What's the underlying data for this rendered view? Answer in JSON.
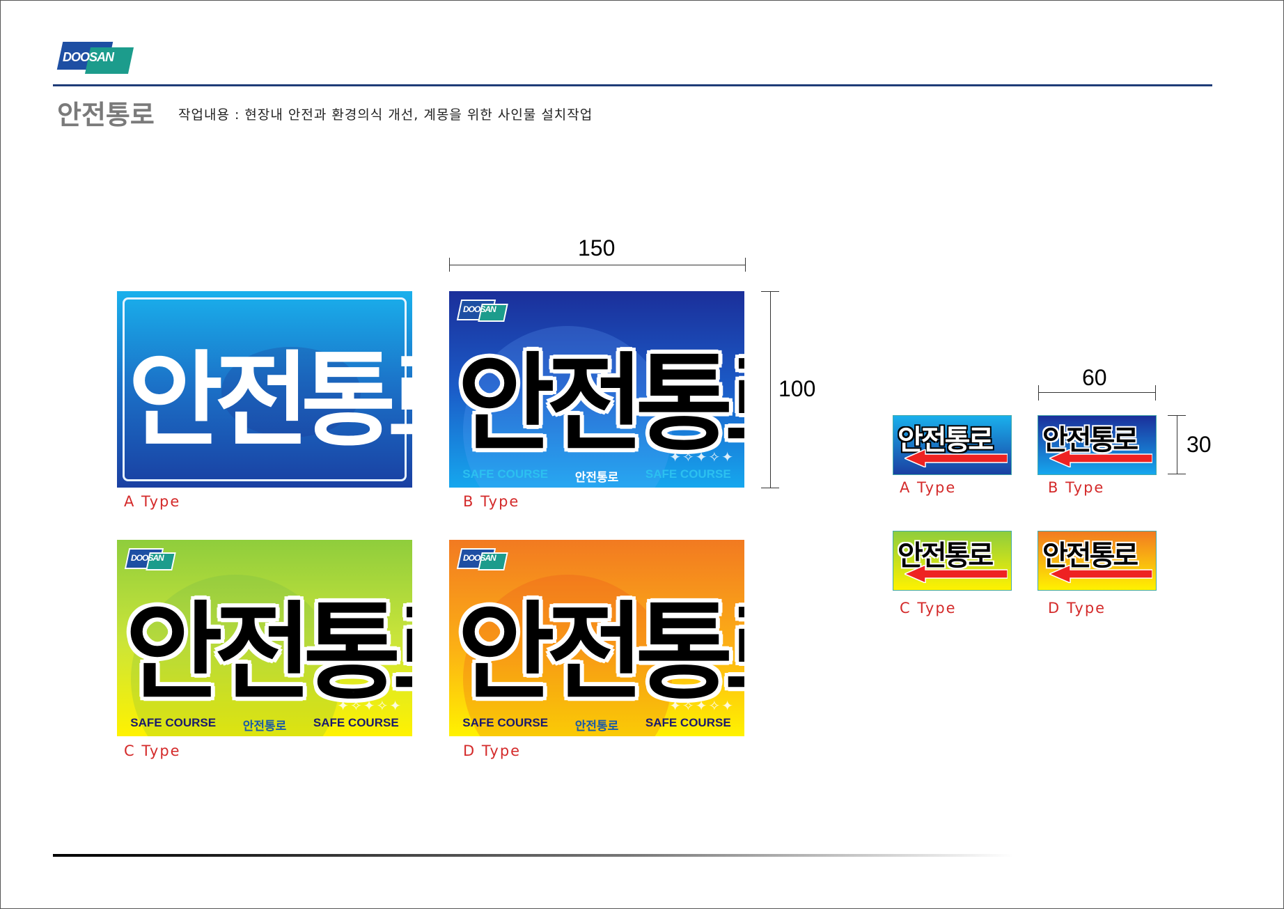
{
  "header": {
    "logo_text": "DOOSAN",
    "title": "안전통로",
    "subtitle": "작업내용 : 현장내 안전과 환경의식 개선, 계몽을 위한 사인물 설치작업"
  },
  "large_signs": [
    {
      "type_label": "A Type",
      "text": "안전통로"
    },
    {
      "type_label": "B Type",
      "text": "안전통로",
      "logo": "DOOSAN",
      "footer": [
        "SAFE COURSE",
        "안전통로",
        "SAFE COURSE"
      ]
    },
    {
      "type_label": "C Type",
      "text": "안전통로",
      "logo": "DOOSAN",
      "footer": [
        "SAFE COURSE",
        "안전통로",
        "SAFE COURSE"
      ]
    },
    {
      "type_label": "D Type",
      "text": "안전통로",
      "logo": "DOOSAN",
      "footer": [
        "SAFE COURSE",
        "안전통로",
        "SAFE COURSE"
      ]
    }
  ],
  "large_dims": {
    "width": "150",
    "height": "100"
  },
  "small_signs": [
    {
      "type_label": "A Type",
      "text": "안전통로",
      "icon": "arrow-left-icon"
    },
    {
      "type_label": "B Type",
      "text": "안전통로",
      "icon": "arrow-left-icon"
    },
    {
      "type_label": "C Type",
      "text": "안전통로",
      "icon": "arrow-left-icon"
    },
    {
      "type_label": "D Type",
      "text": "안전통로",
      "icon": "arrow-left-icon"
    }
  ],
  "small_dims": {
    "width": "60",
    "height": "30"
  },
  "colors": {
    "accent_line": "#1e3c78",
    "label_red": "#d42a2a",
    "arrow_red": "#ee2222"
  }
}
